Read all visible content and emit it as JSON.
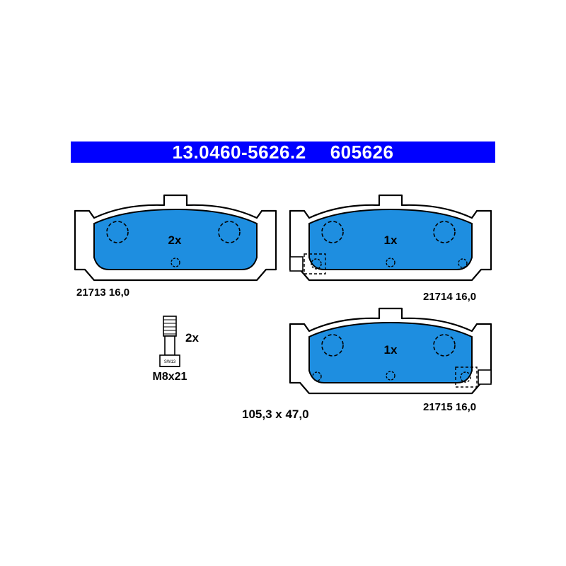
{
  "header": {
    "part_number": "13.0460-5626.2",
    "ref_number": "605626"
  },
  "colors": {
    "header_bg": "#0000ff",
    "pad_fill": "#1e8ee0",
    "outline": "#000000"
  },
  "pads": [
    {
      "quantity": "2x",
      "code": "21713 16,0"
    },
    {
      "quantity": "1x",
      "code": "21714 16,0"
    },
    {
      "quantity": "1x",
      "code": "21715 16,0"
    }
  ],
  "bolt": {
    "quantity": "2x",
    "size": "M8x21",
    "head_mark": "SW13"
  },
  "dimensions": "105,3 x 47,0"
}
